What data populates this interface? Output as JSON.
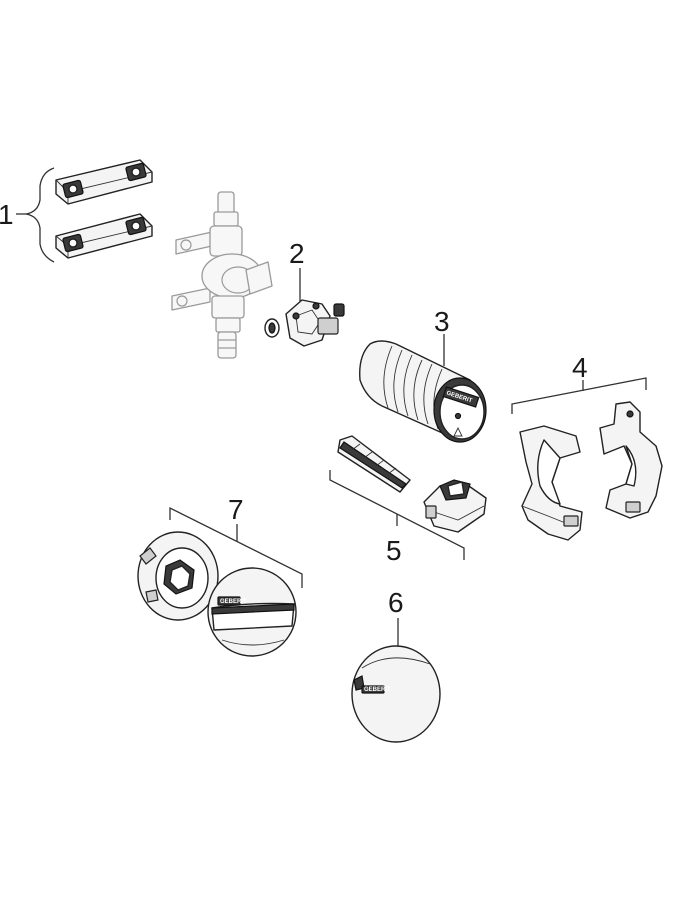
{
  "callouts": [
    {
      "id": "1",
      "label": "1"
    },
    {
      "id": "2",
      "label": "2"
    },
    {
      "id": "3",
      "label": "3"
    },
    {
      "id": "4",
      "label": "4"
    },
    {
      "id": "5",
      "label": "5"
    },
    {
      "id": "6",
      "label": "6"
    },
    {
      "id": "7",
      "label": "7"
    }
  ],
  "brand_marks": {
    "sleeve": "GEBERIT",
    "cover_plate": "GEBERIT",
    "cover_cap": "GEBERIT"
  }
}
